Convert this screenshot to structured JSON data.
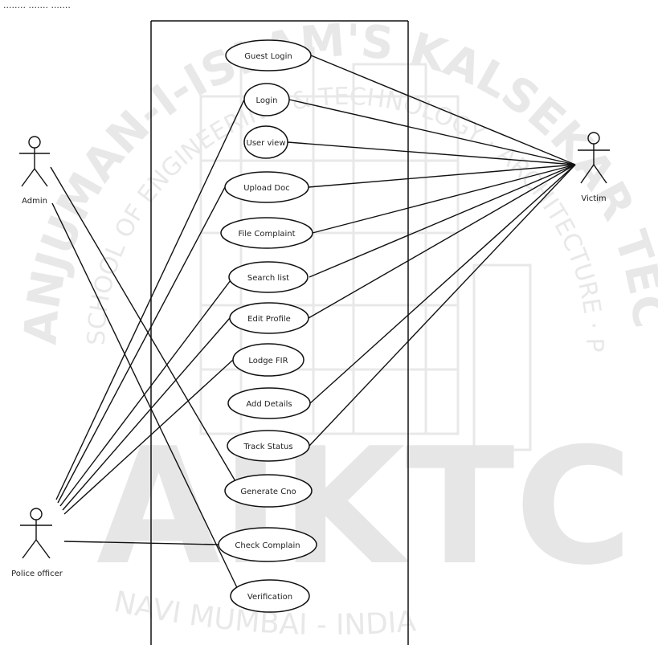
{
  "header_fragment": "........ ....... .......",
  "watermark": {
    "ring_text": "ANJUMAN-I-ISLAM'S KALSEKAR TECHNICAL CAMPUS, NEW PANVEL",
    "inner_text": "SCHOOL OF ENGINEERING & TECHNOLOGY · ARCHITECTURE · PHARMACY",
    "logo_text": "AIKTC",
    "bottom_text": "NAVI MUMBAI - INDIA"
  },
  "actors": {
    "admin": "Admin",
    "police": "Police officer",
    "victim": "Victim"
  },
  "use_cases": [
    "Guest Login",
    "Login",
    "User view",
    "Upload Doc",
    "File Complaint",
    "Search list",
    "Edit Profile",
    "Lodge FIR",
    "Add Details",
    "Track Status",
    "Generate Cno",
    "Check Complain",
    "Verification"
  ]
}
